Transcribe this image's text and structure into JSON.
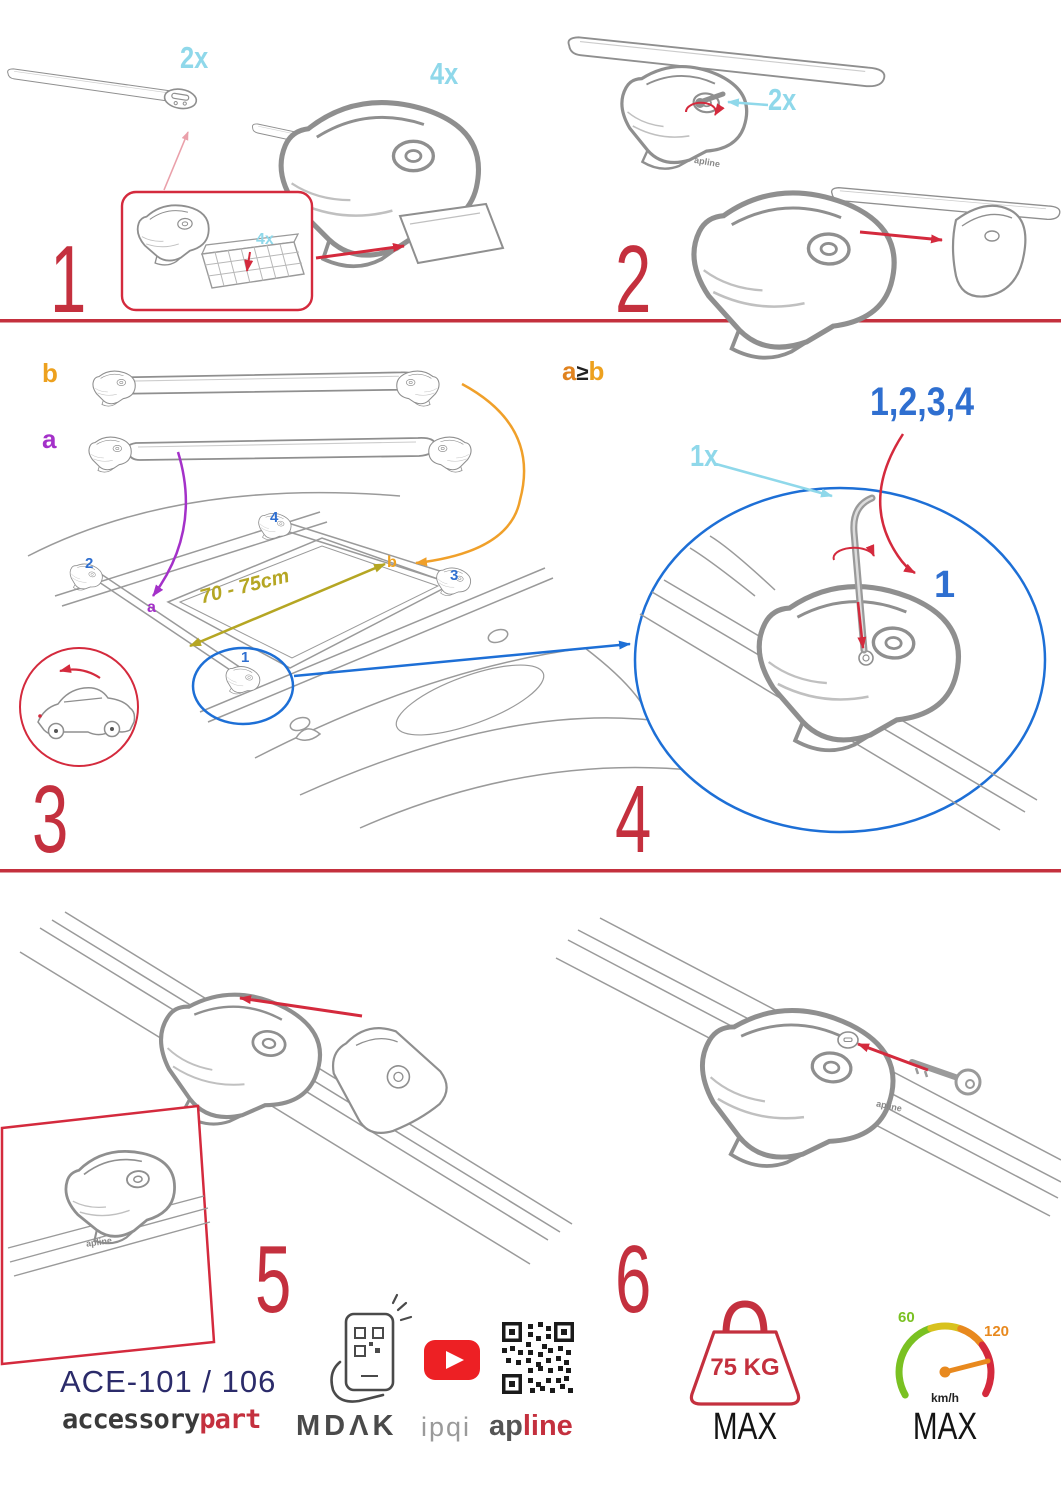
{
  "steps": {
    "s1": {
      "number": "1",
      "qty_bar": "2x",
      "qty_foot": "4x",
      "qty_pad": "4x"
    },
    "s2": {
      "number": "2",
      "qty_key": "2x"
    },
    "s3": {
      "number": "3",
      "label_a": "a",
      "label_b": "b",
      "pos_a": "a",
      "pos_b": "b",
      "pos_1": "1",
      "pos_2": "2",
      "pos_3": "3",
      "pos_4": "4",
      "distance": "70 - 75cm"
    },
    "s4": {
      "number": "4",
      "cond_a": "a",
      "cond_op": "≥",
      "cond_b": "b",
      "qty_key": "1x",
      "sequence": "1,2,3,4",
      "step_ref": "1"
    },
    "s5": {
      "number": "5"
    },
    "s6": {
      "number": "6"
    }
  },
  "drawings": {
    "foot_logo": "apline"
  },
  "footer": {
    "model": "ACE-101 / 106",
    "brand_gray": "accessory",
    "brand_red": "part",
    "logo_mdak": "MDΛK",
    "logo_ipqi": "ipqi",
    "logo_ap": "ap",
    "logo_line": "line",
    "weight_value": "75 KG",
    "weight_max": "MAX",
    "speed_60": "60",
    "speed_120": "120",
    "speed_unit": "km/h",
    "speed_max": "MAX"
  },
  "colors": {
    "accent_red": "#c4303e",
    "arrow_red": "#d42a3d",
    "cyan": "#8fd8ea",
    "blue": "#2f6fd0",
    "purple": "#a431c9",
    "orange": "#eda11f",
    "olive": "#b5a623",
    "navy": "#2b2b6a",
    "youtube_red": "#ed2024",
    "green": "#7ac122"
  }
}
